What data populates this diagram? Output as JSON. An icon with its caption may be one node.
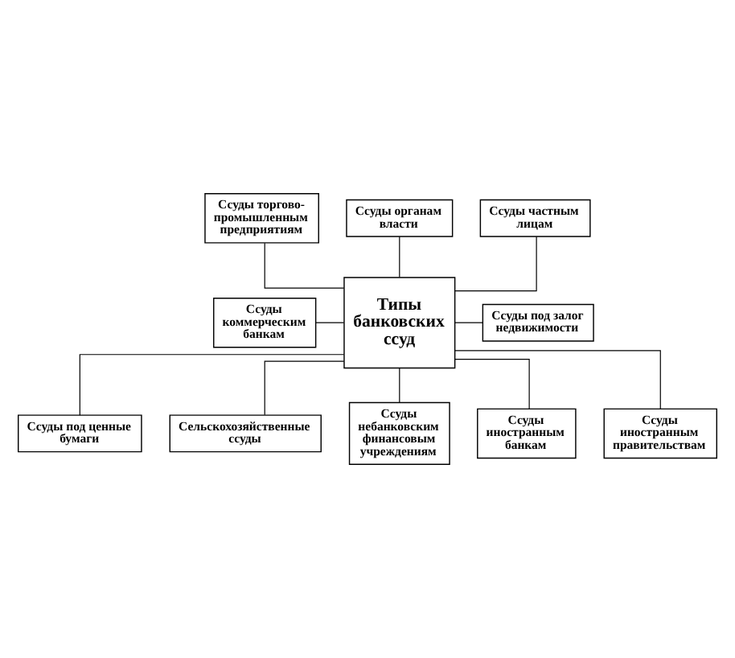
{
  "diagram": {
    "nodes": [
      {
        "text": [
          "Ссуды торгово-промышленным предприятиям"
        ]
      },
      {
        "text": [
          "Ссуды органам власти"
        ]
      },
      {
        "text": [
          "Ссуды частным лицам"
        ]
      },
      {
        "text": [
          "Ссуды коммерческим банкам"
        ]
      },
      {
        "text": [
          "Типы банковских ссуд"
        ]
      },
      {
        "text": [
          "Ссуды под залог недвижимости"
        ]
      },
      {
        "text": [
          "Ссуды под ценные бумаги"
        ]
      },
      {
        "text": [
          "Сельскохозяйственные ссуды"
        ]
      },
      {
        "text": [
          "Ссуды небанковским финансовым учреждениям"
        ]
      },
      {
        "text": [
          "Ссуды иностранным банкам"
        ]
      },
      {
        "text": [
          "Ссуды иностранным правительствам"
        ]
      }
    ],
    "edges": [
      {
        "from": 0,
        "to": 4,
        "arrow": "none"
      },
      {
        "from": 1,
        "to": 4,
        "arrow": "none"
      },
      {
        "from": 2,
        "to": 4,
        "arrow": "none"
      },
      {
        "from": 3,
        "to": 4,
        "arrow": "none"
      },
      {
        "from": 4,
        "to": 5,
        "arrow": "none"
      },
      {
        "from": 4,
        "to": 6,
        "arrow": "none"
      },
      {
        "from": 4,
        "to": 7,
        "arrow": "none"
      },
      {
        "from": 4,
        "to": 8,
        "arrow": "none"
      },
      {
        "from": 4,
        "to": 9,
        "arrow": "none"
      },
      {
        "from": 4,
        "to": 10,
        "arrow": "none"
      }
    ]
  }
}
